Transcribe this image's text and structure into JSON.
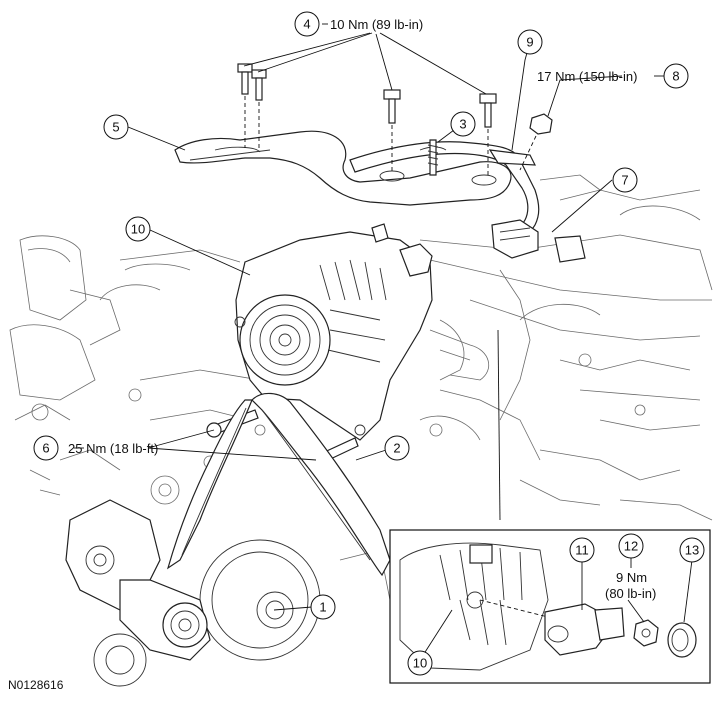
{
  "figure_id": "N0128616",
  "callouts": {
    "c1": "1",
    "c2": "2",
    "c3": "3",
    "c4": "4",
    "c5": "5",
    "c6": "6",
    "c7": "7",
    "c8": "8",
    "c9": "9",
    "c10": "10",
    "c10b": "10",
    "c11": "11",
    "c12": "12",
    "c13": "13"
  },
  "torque": {
    "t4": "10 Nm (89 lb-in)",
    "t8": "17 Nm (150 lb-in)",
    "t6": "25 Nm (18 lb-ft)",
    "t12_line1": "9 Nm",
    "t12_line2": "(80 lb-in)"
  }
}
